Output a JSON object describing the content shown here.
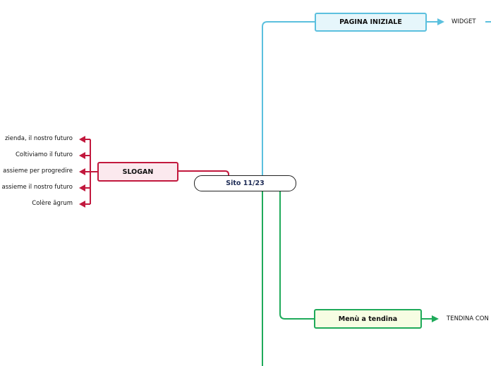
{
  "map": {
    "central": "Sito 11/23",
    "branches": {
      "pagina_iniziale": {
        "label": "PAGINA INIZIALE",
        "children": [
          "WIDGET"
        ]
      },
      "slogan": {
        "label": "SLOGAN",
        "children": [
          "zienda, il nostro futuro",
          "Coltiviamo il futuro",
          "assieme per progredire",
          "assieme il nostro futuro",
          "Colère āgrum"
        ]
      },
      "menu_tendina": {
        "label": "Menù a tendina",
        "children": [
          "TENDINA CON"
        ]
      }
    }
  },
  "colors": {
    "pagina_iniziale": "#5bc0de",
    "slogan": "#c2183d",
    "menu_tendina": "#1faa5a",
    "central_text": "#1d2b55"
  }
}
